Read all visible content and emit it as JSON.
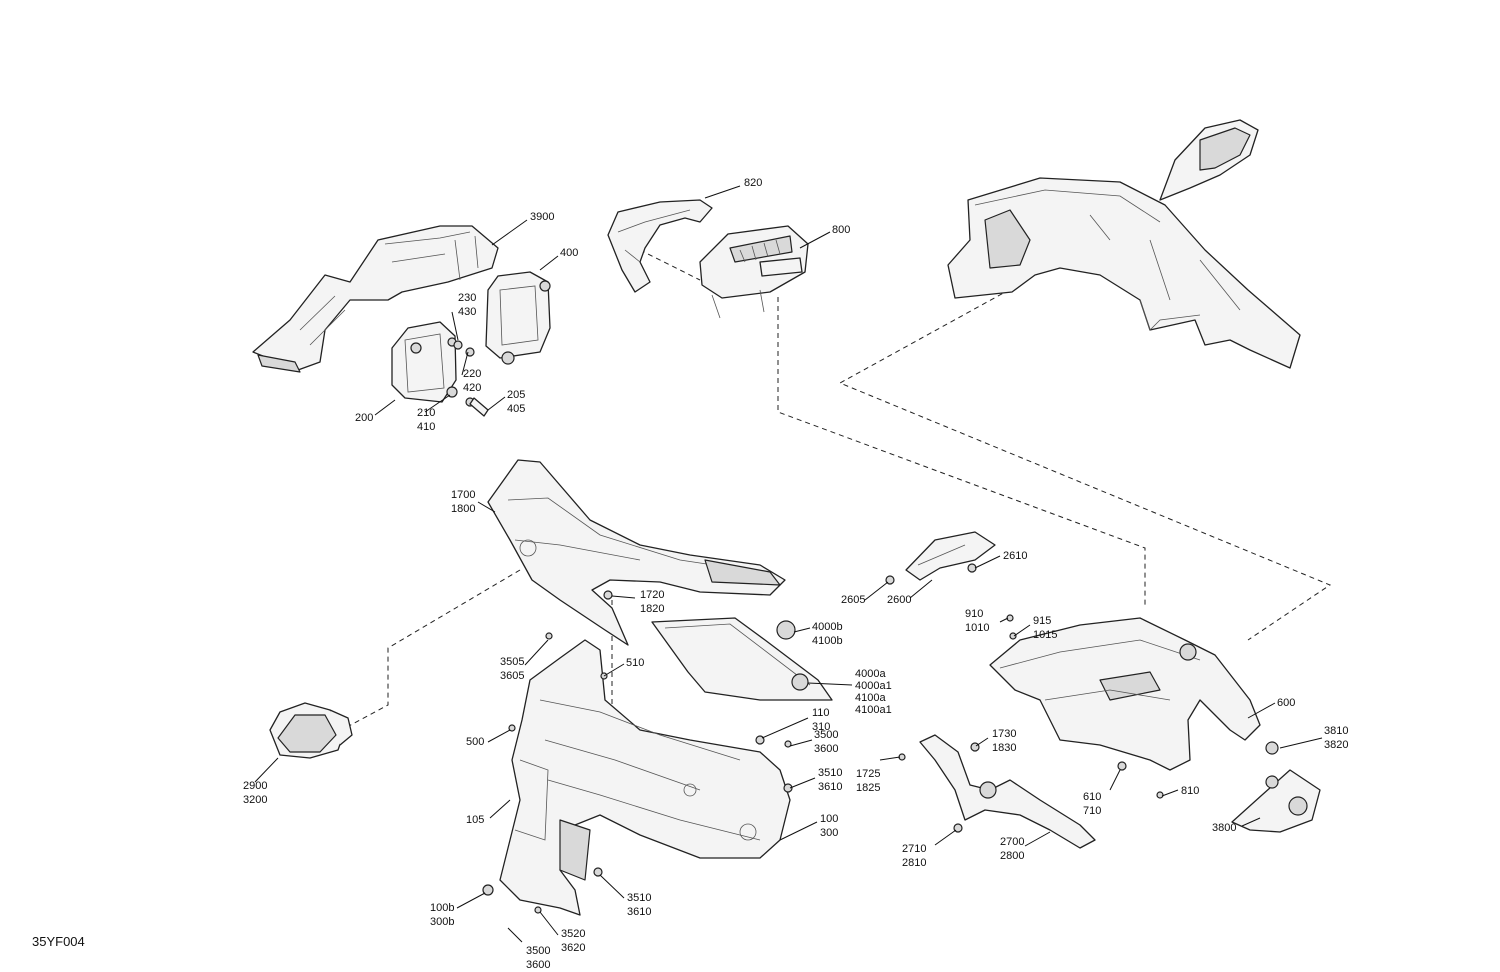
{
  "drawing_id": "35YF004",
  "callouts": [
    {
      "id": "c-820",
      "lines": [
        "820"
      ]
    },
    {
      "id": "c-800",
      "lines": [
        "800"
      ]
    },
    {
      "id": "c-3900",
      "lines": [
        "3900"
      ]
    },
    {
      "id": "c-400",
      "lines": [
        "400"
      ]
    },
    {
      "id": "c-230-430",
      "lines": [
        "230",
        "430"
      ]
    },
    {
      "id": "c-220-420",
      "lines": [
        "220",
        "420"
      ]
    },
    {
      "id": "c-205-405",
      "lines": [
        "205",
        "405"
      ]
    },
    {
      "id": "c-210-410",
      "lines": [
        "210",
        "410"
      ]
    },
    {
      "id": "c-200",
      "lines": [
        "200"
      ]
    },
    {
      "id": "c-1700-1800",
      "lines": [
        "1700",
        "1800"
      ]
    },
    {
      "id": "c-1720-1820",
      "lines": [
        "1720",
        "1820"
      ]
    },
    {
      "id": "c-3505-3605",
      "lines": [
        "3505",
        "3605"
      ]
    },
    {
      "id": "c-510",
      "lines": [
        "510"
      ]
    },
    {
      "id": "c-4000b-4100b",
      "lines": [
        "4000b",
        "4100b"
      ]
    },
    {
      "id": "c-4000a",
      "lines": [
        "4000a",
        "4000a1",
        "4100a",
        "4100a1"
      ]
    },
    {
      "id": "c-110-310",
      "lines": [
        "110",
        "310"
      ]
    },
    {
      "id": "c-500",
      "lines": [
        "500"
      ]
    },
    {
      "id": "c-3500-3600-mid",
      "lines": [
        "3500",
        "3600"
      ]
    },
    {
      "id": "c-3510-3610-mid",
      "lines": [
        "3510",
        "3610"
      ]
    },
    {
      "id": "c-105",
      "lines": [
        "105"
      ]
    },
    {
      "id": "c-100-300",
      "lines": [
        "100",
        "300"
      ]
    },
    {
      "id": "c-2900-3200",
      "lines": [
        "2900",
        "3200"
      ]
    },
    {
      "id": "c-100b-300b",
      "lines": [
        "100b",
        "300b"
      ]
    },
    {
      "id": "c-3510-3610-low",
      "lines": [
        "3510",
        "3610"
      ]
    },
    {
      "id": "c-3520-3620",
      "lines": [
        "3520",
        "3620"
      ]
    },
    {
      "id": "c-3500-3600-low",
      "lines": [
        "3500",
        "3600"
      ]
    },
    {
      "id": "c-2610",
      "lines": [
        "2610"
      ]
    },
    {
      "id": "c-2605",
      "lines": [
        "2605"
      ]
    },
    {
      "id": "c-2600",
      "lines": [
        "2600"
      ]
    },
    {
      "id": "c-910-1010",
      "lines": [
        "910",
        "1010"
      ]
    },
    {
      "id": "c-915-1015",
      "lines": [
        "915",
        "1015"
      ]
    },
    {
      "id": "c-600",
      "lines": [
        "600"
      ]
    },
    {
      "id": "c-1730-1830",
      "lines": [
        "1730",
        "1830"
      ]
    },
    {
      "id": "c-1725-1825",
      "lines": [
        "1725",
        "1825"
      ]
    },
    {
      "id": "c-3810-3820",
      "lines": [
        "3810",
        "3820"
      ]
    },
    {
      "id": "c-610-710",
      "lines": [
        "610",
        "710"
      ]
    },
    {
      "id": "c-810",
      "lines": [
        "810"
      ]
    },
    {
      "id": "c-2710-2810",
      "lines": [
        "2710",
        "2810"
      ]
    },
    {
      "id": "c-2700-2800",
      "lines": [
        "2700",
        "2800"
      ]
    },
    {
      "id": "c-3800",
      "lines": [
        "3800"
      ]
    }
  ]
}
